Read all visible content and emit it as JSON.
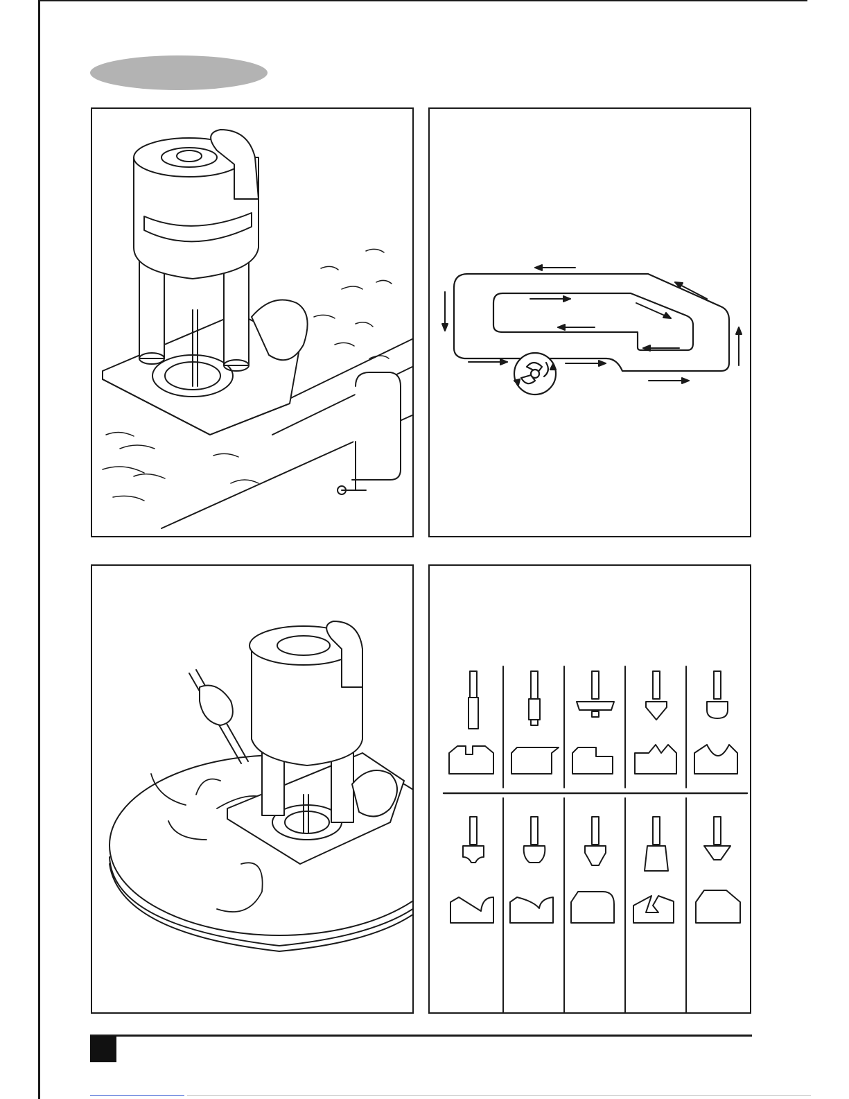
{
  "page": {
    "section_header": "",
    "page_number": "",
    "colors": {
      "header_pill": "#b3b3b3",
      "lines": "#1a1a1a",
      "page_tab": "#111111"
    }
  },
  "figures": [
    {
      "id": "router-with-guide",
      "icons": [
        "router-icon",
        "clamp-icon",
        "workpiece-icon"
      ]
    },
    {
      "id": "routing-direction",
      "icons": [
        "feed-direction-arrow-icon",
        "cutter-rotation-icon"
      ]
    },
    {
      "id": "router-circle-cutting",
      "icons": [
        "router-icon",
        "trammel-point-icon",
        "round-workpiece-icon"
      ]
    },
    {
      "id": "router-bit-profiles",
      "rows": 2,
      "columns": 5,
      "icons": [
        "router-bit-icon",
        "groove-profile-icon"
      ]
    }
  ]
}
